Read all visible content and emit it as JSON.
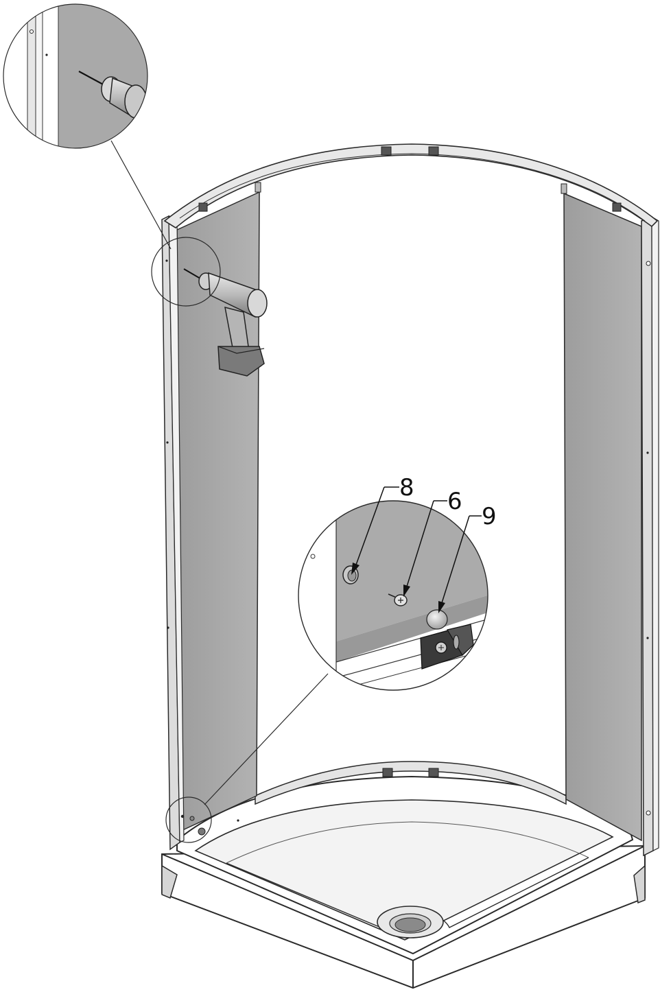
{
  "diagram": {
    "callouts": [
      {
        "id": "callout-8",
        "label": "8"
      },
      {
        "id": "callout-6",
        "label": "6"
      },
      {
        "id": "callout-9",
        "label": "9"
      }
    ],
    "colors": {
      "glass": "#a9a9a9",
      "frame": "#e4e4e4",
      "outline": "#2a2a2a",
      "tray": "#ffffff",
      "drain": "#8a8a8a"
    },
    "icons": [
      "drill-icon",
      "screw-icon",
      "cap-icon",
      "drain-icon"
    ]
  }
}
